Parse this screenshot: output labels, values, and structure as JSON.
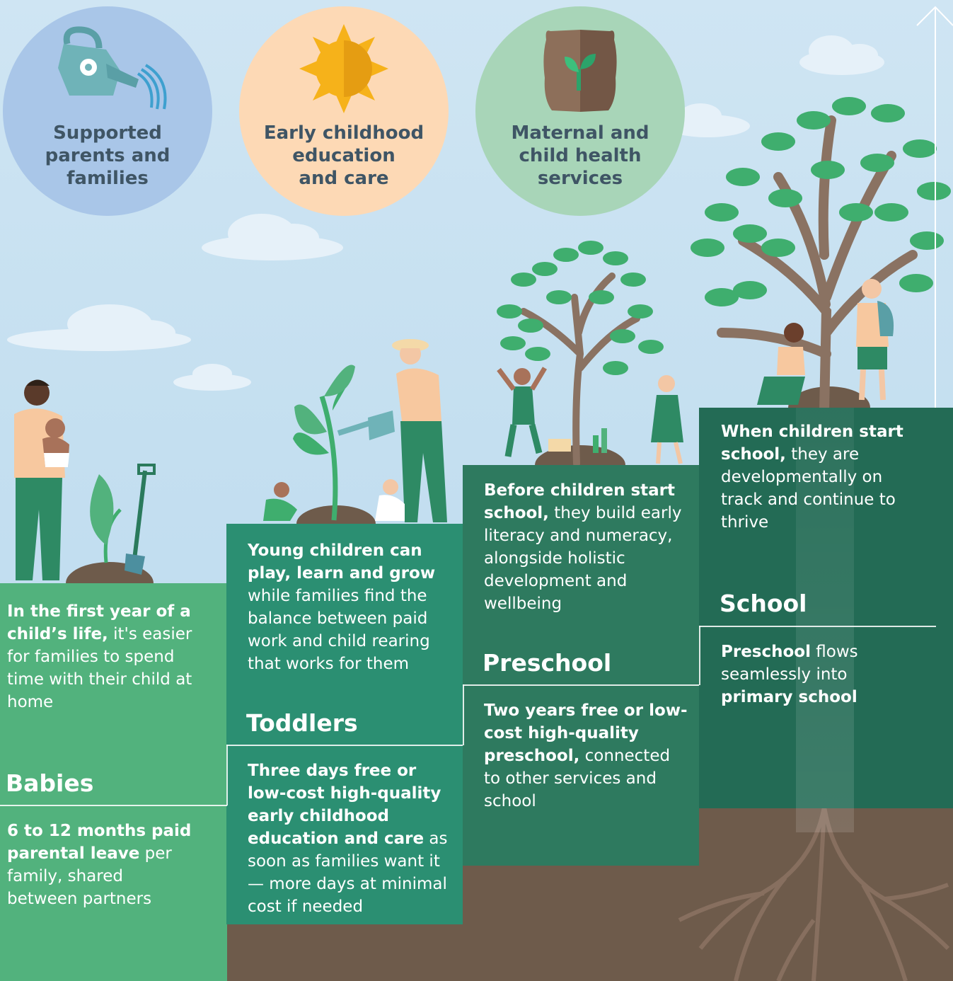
{
  "pillars": [
    {
      "name": "Supported parents and families",
      "label": "Supported\nparents and\nfamilies",
      "icon": "watering-can-icon",
      "color": "#a9c6e8"
    },
    {
      "name": "Early childhood education and care",
      "label": "Early childhood\neducation\nand care",
      "icon": "sun-icon",
      "color": "#fdd9b5"
    },
    {
      "name": "Maternal and child health services",
      "label": "Maternal and\nchild health\nservices",
      "icon": "soil-bag-icon",
      "color": "#a8d5b8"
    }
  ],
  "stages": [
    {
      "label": "Babies",
      "outcome_bold": "In the first year of a child’s life,",
      "outcome_rest": " it's easier for families to spend time with their child at home",
      "policy_bold": "6 to 12 months paid parental leave",
      "policy_rest": " per family, shared between partners",
      "color": "#52b27d"
    },
    {
      "label": "Toddlers",
      "outcome_bold": "Young children can play, learn and grow",
      "outcome_rest": " while families find the balance between paid work and child rearing that works for them",
      "policy_bold": "Three days free or low-cost high-quality early childhood education and care",
      "policy_rest": " as soon as families want it — more days at minimal cost if needed",
      "color": "#2b8f72"
    },
    {
      "label": "Preschool",
      "outcome_bold": "Before children start school,",
      "outcome_rest": " they build early literacy and numeracy, alongside holistic development and wellbeing",
      "policy_bold": "Two years free or low-cost high-quality preschool,",
      "policy_rest": " connected to other services and school",
      "color": "#2e7a5f"
    },
    {
      "label": "School",
      "outcome_bold": "When children start school,",
      "outcome_rest": " they are developmentally on track and continue to thrive",
      "policy_bold_1": "Preschool",
      "policy_mid": " flows seamlessly into ",
      "policy_bold_2": "primary school",
      "color": "#236b55"
    }
  ],
  "colors": {
    "sky": "#c4dff0",
    "soil": "#6e5b4b",
    "leaf": "#3fae6e",
    "trunk": "#8a7262",
    "person_skin": "#f3c7a5",
    "pants": "#2e8a64"
  }
}
